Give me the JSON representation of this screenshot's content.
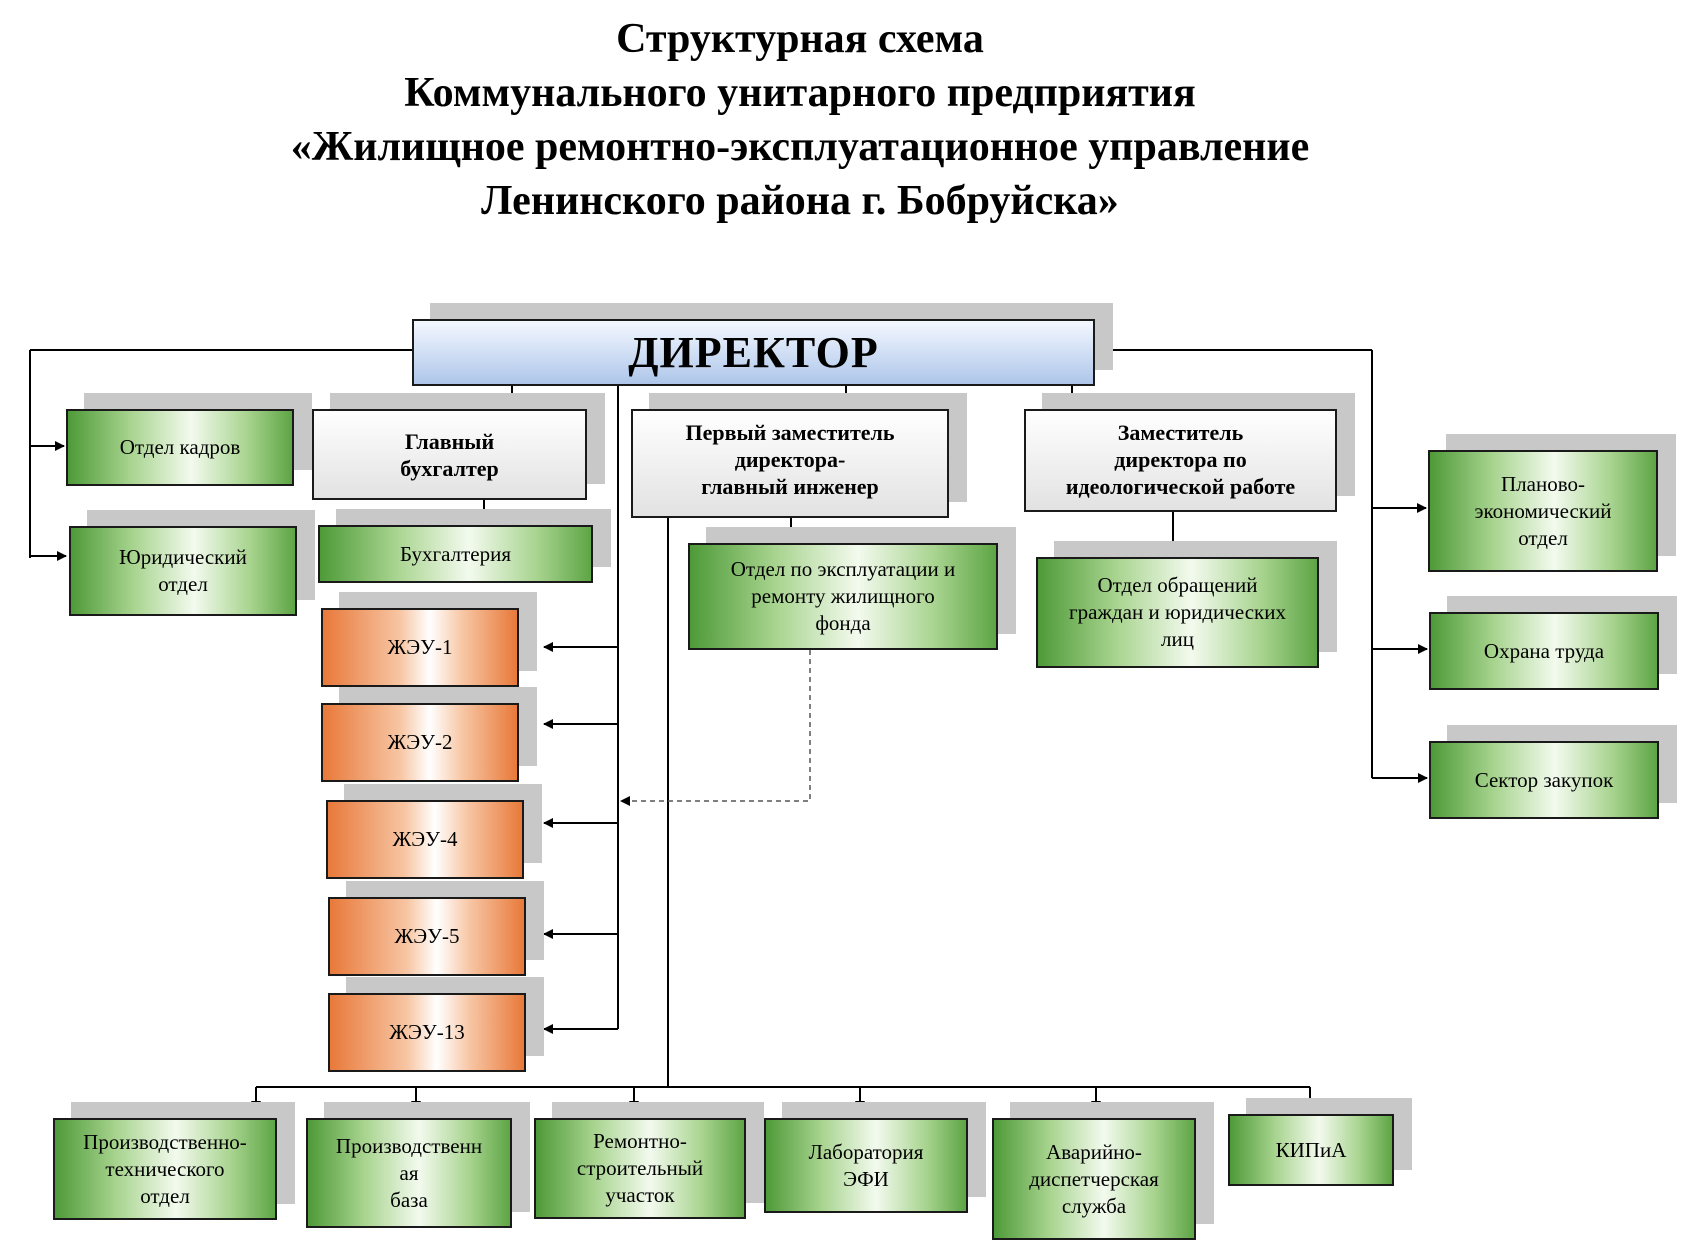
{
  "title": {
    "line1": "Структурная схема",
    "line2": "Коммунального унитарного предприятия",
    "line3": "«Жилищное ремонтно-эксплуатационное управление",
    "line4": "Ленинского района г. Бобруйска»"
  },
  "nodes": {
    "director": "ДИРЕКТОР",
    "hr": "Отдел кадров",
    "legal": "Юридический\nотдел",
    "chief_accountant": "Главный\nбухгалтер",
    "accounting": "Бухгалтерия",
    "first_deputy": "Первый заместитель\nдиректора-\nглавный инженер",
    "housing_maintenance": "Отдел по эксплуатации и\nремонту жилищного\nфонда",
    "deputy_ideology": "Заместитель\nдиректора по\nидеологической работе",
    "citizens_appeals": "Отдел обращений\nграждан и юридических\nлиц",
    "planning": "Планово-\nэкономический\nотдел",
    "labor_safety": "Охрана труда",
    "procurement": "Сектор закупок",
    "zheu1": "ЖЭУ-1",
    "zheu2": "ЖЭУ-2",
    "zheu4": "ЖЭУ-4",
    "zheu5": "ЖЭУ-5",
    "zheu13": "ЖЭУ-13",
    "pto": "Производственно-\nтехнического\nотдел",
    "base": "Производственн\nая\nбаза",
    "construction": "Ремонтно-\nстроительный\nучасток",
    "lab": "Лаборатория\nЭФИ",
    "emergency": "Аварийно-\nдиспетчерская\nслужба",
    "kip": "КИПиА"
  },
  "colors": {
    "green": "#7fbf5f",
    "orange": "#f0915a",
    "director_blue": "#aec6ea",
    "gray": "#e2e2e2",
    "shadow": "#c8c8c8"
  }
}
